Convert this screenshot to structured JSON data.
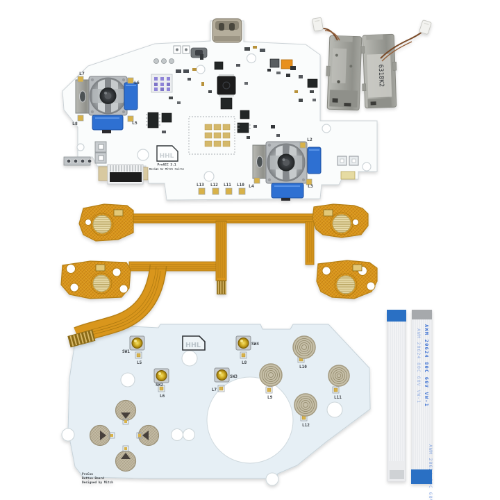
{
  "photo": {
    "main_board": {
      "logo": "HHL",
      "title": "ProGCC 3.1",
      "byline": "Design by Mitch Cairns",
      "labels": {
        "l2": "L2",
        "l3": "L3",
        "l4": "L4",
        "l5": "L5",
        "l6": "L6",
        "l7": "L7",
        "l8": "L8",
        "bottom_row": [
          "L13",
          "L12",
          "L11",
          "L10"
        ]
      }
    },
    "rumble_motors": {
      "marking": "6318K2"
    },
    "button_board": {
      "logo": "HHL",
      "switches": [
        "SW1",
        "SW2",
        "SW3",
        "SW4"
      ],
      "leds": [
        "L5",
        "L6",
        "L7",
        "L8",
        "L9",
        "L10",
        "L11",
        "L12"
      ],
      "footer": [
        "ProCon",
        "Button Board",
        "Designed by Mitch"
      ]
    },
    "ffc_cables": {
      "marking": "AWM 20624 80C 60V VW-1"
    }
  }
}
